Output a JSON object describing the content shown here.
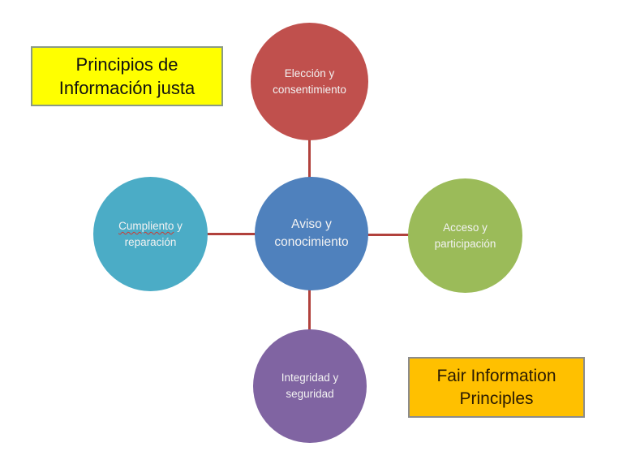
{
  "labels": {
    "spanish_title": {
      "line1": "Principios de",
      "line2": "Información justa"
    },
    "english_title": {
      "line1": "Fair Information",
      "line2": "Principles"
    }
  },
  "diagram": {
    "center": {
      "line1": "Aviso y",
      "line2": "conocimiento",
      "color": "#4F81BD"
    },
    "top": {
      "line1": "Elección y",
      "line2": "consentimiento",
      "color": "#C0504D"
    },
    "left": {
      "line1_misspelled": "Cumpliento",
      "line1_rest": " y",
      "line2": "reparación",
      "color": "#4BACC6"
    },
    "right": {
      "line1": "Acceso y",
      "line2": "participación",
      "color": "#9BBB59"
    },
    "bottom": {
      "line1": "Integridad y",
      "line2": "seguridad",
      "color": "#8064A2"
    }
  },
  "colors": {
    "spanish_title_bg": "#FFFF00",
    "english_title_bg": "#FFC000",
    "connector": "#B1413C",
    "circle_text": "#F2F2F2"
  }
}
